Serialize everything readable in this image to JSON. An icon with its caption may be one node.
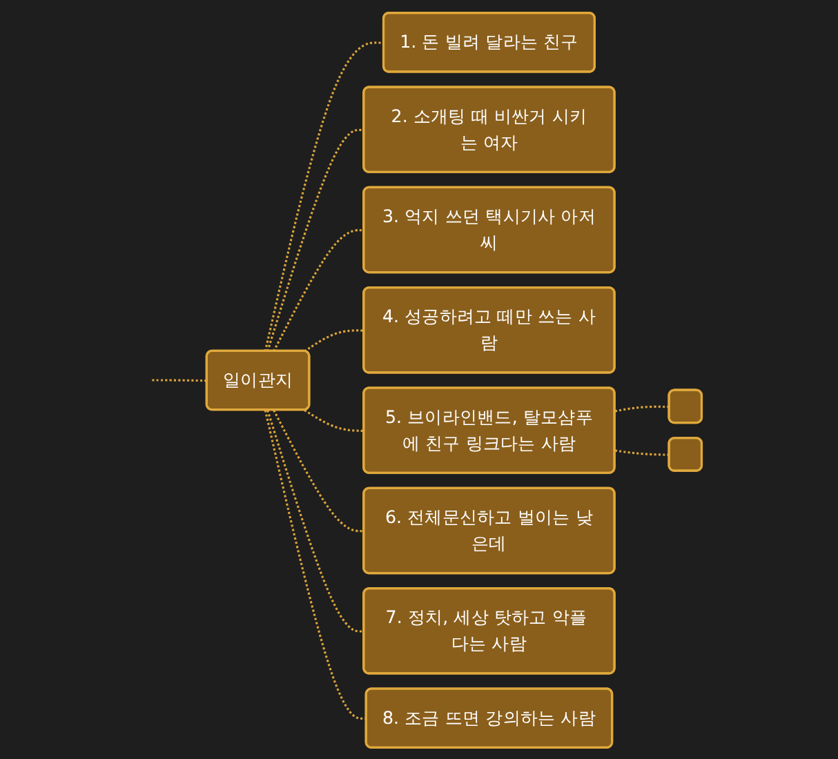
{
  "diagram": {
    "nodes": [
      {
        "text": [
          "일이관지"
        ]
      },
      {
        "text": [
          "1. 돈 빌려 달라는 친구"
        ]
      },
      {
        "text": [
          "2. 소개팅 때 비싼거 시키는 여자"
        ]
      },
      {
        "text": [
          "3. 억지 쓰던 택시기사 아저씨"
        ]
      },
      {
        "text": [
          "4. 성공하려고 떼만 쓰는 사람"
        ]
      },
      {
        "text": [
          "5. 브이라인밴드, 탈모샴푸에 친구 링크다는 사람"
        ]
      },
      {
        "text": [
          "6. 전체문신하고 벌이는 낮은데"
        ]
      },
      {
        "text": [
          "7. 정치, 세상 탓하고 악플 다는 사람"
        ]
      },
      {
        "text": [
          "8. 조금 뜨면 강의하는 사람"
        ]
      },
      {
        "text": [],
        "shape": "box"
      },
      {
        "text": [],
        "shape": "box"
      }
    ],
    "edges": [
      {
        "from": null,
        "to": 0,
        "arrow": "none",
        "style": "dashed",
        "color": "#d9a43a"
      },
      {
        "from": 0,
        "to": 1,
        "arrow": "none",
        "style": "dashed",
        "color": "#d9a43a"
      },
      {
        "from": 0,
        "to": 2,
        "arrow": "none",
        "style": "dashed",
        "color": "#d9a43a"
      },
      {
        "from": 0,
        "to": 3,
        "arrow": "none",
        "style": "dashed",
        "color": "#d9a43a"
      },
      {
        "from": 0,
        "to": 4,
        "arrow": "none",
        "style": "dashed",
        "color": "#d9a43a"
      },
      {
        "from": 0,
        "to": 5,
        "arrow": "none",
        "style": "dashed",
        "color": "#d9a43a"
      },
      {
        "from": 0,
        "to": 6,
        "arrow": "none",
        "style": "dashed",
        "color": "#d9a43a"
      },
      {
        "from": 0,
        "to": 7,
        "arrow": "none",
        "style": "dashed",
        "color": "#d9a43a"
      },
      {
        "from": 0,
        "to": 8,
        "arrow": "none",
        "style": "dashed",
        "color": "#d9a43a"
      },
      {
        "from": 5,
        "to": 9,
        "arrow": "none",
        "style": "dashed",
        "color": "#d9a43a"
      },
      {
        "from": 5,
        "to": 10,
        "arrow": "none",
        "style": "dashed",
        "color": "#d9a43a"
      }
    ]
  }
}
